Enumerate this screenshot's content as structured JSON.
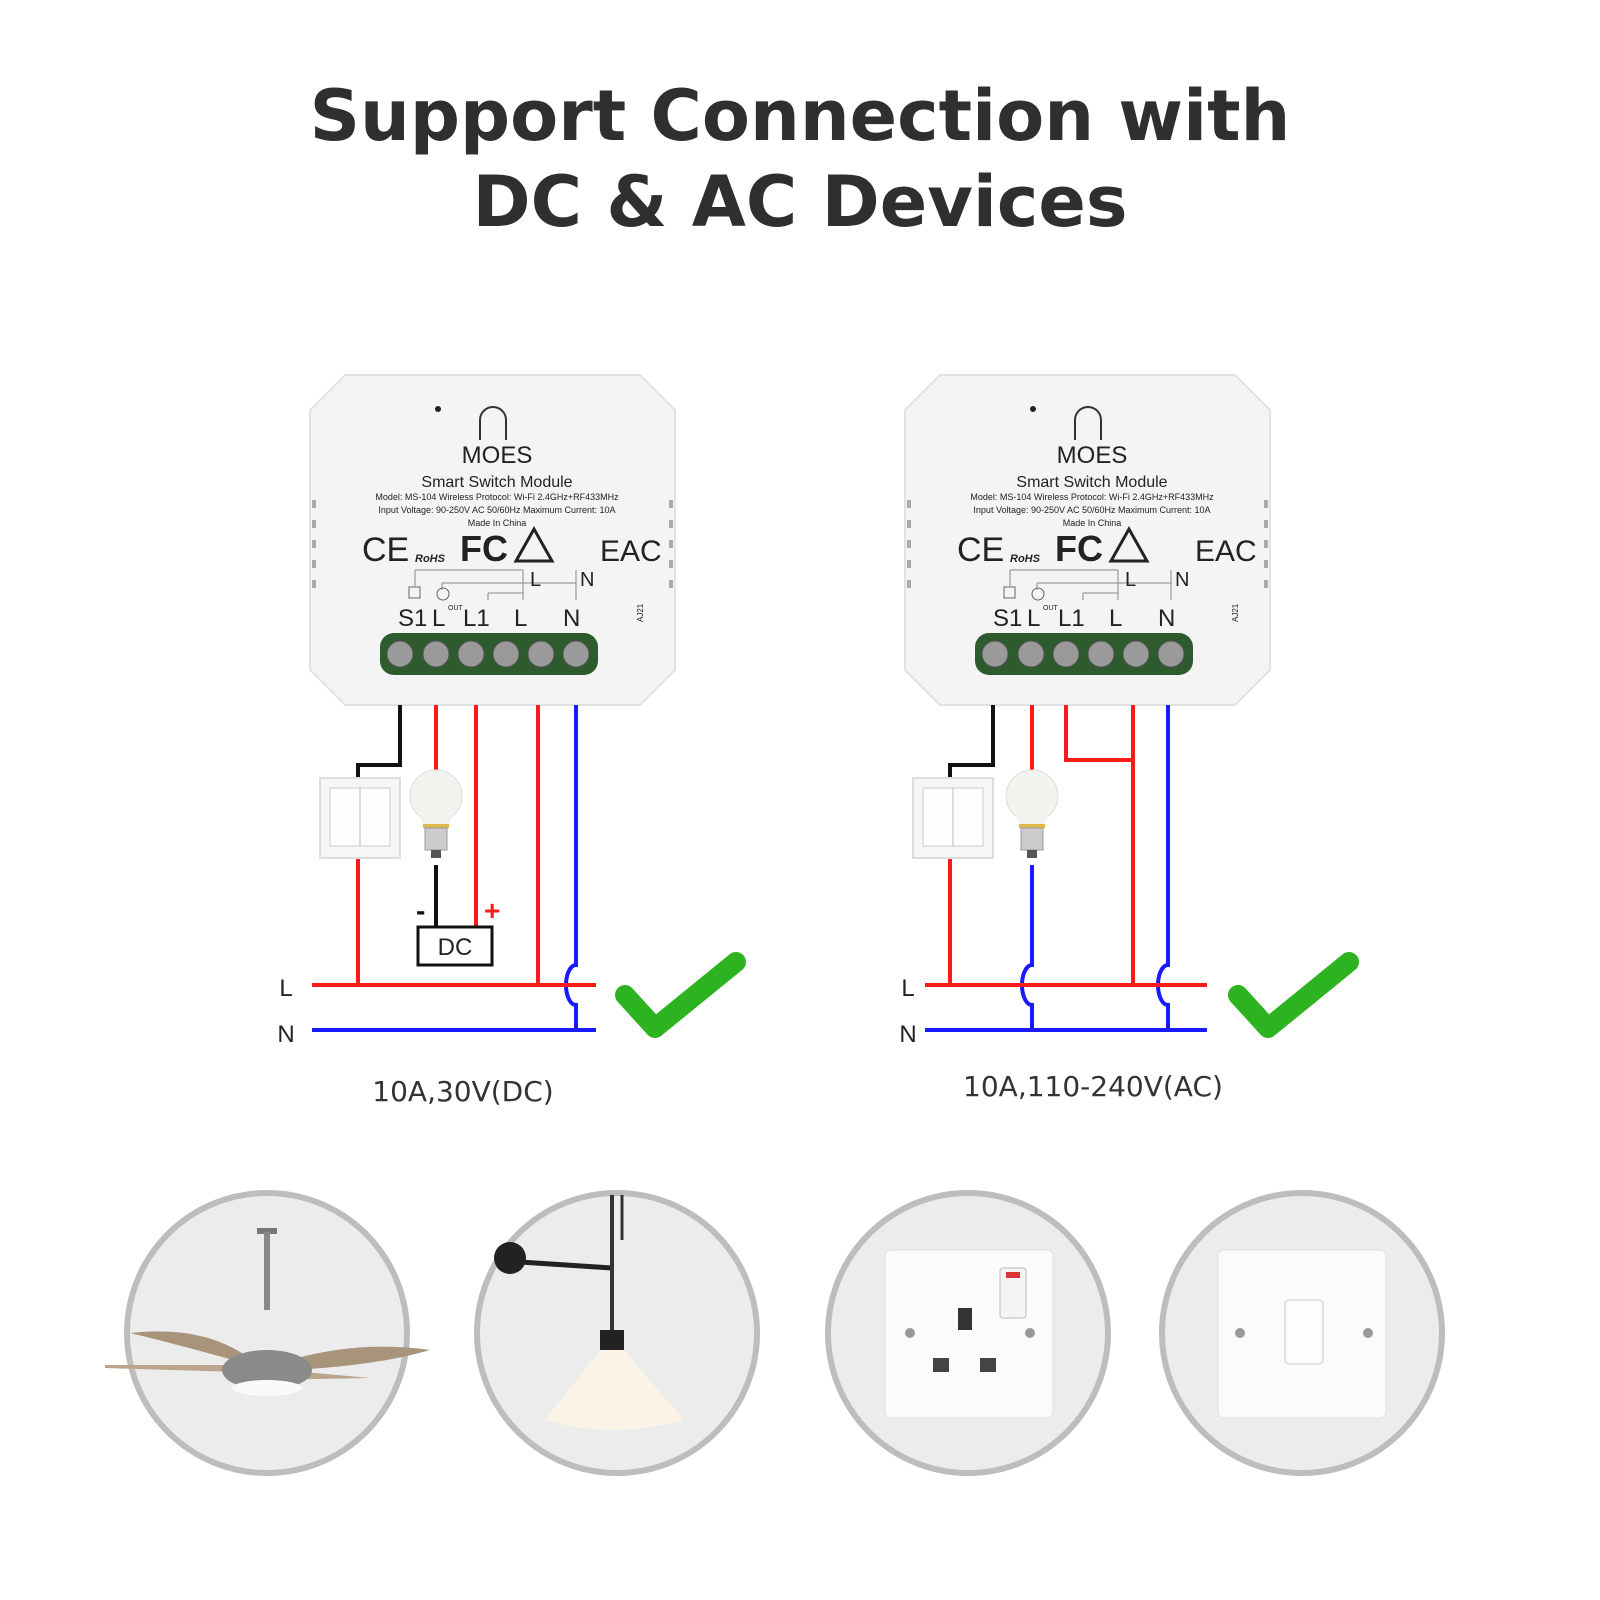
{
  "header": {
    "line1": "Support Connection with",
    "line2": "DC & AC Devices"
  },
  "module": {
    "brand": "MOES",
    "name": "Smart Switch Module",
    "spec1": "Model: MS-104  Wireless Protocol: Wi-Fi 2.4GHz+RF433MHz",
    "spec2": "Input Voltage: 90-250V AC 50/60Hz  Maximum Current: 10A",
    "origin": "Made In China",
    "certs": [
      "CE",
      "RoHS",
      "FC",
      "EAC"
    ],
    "terminals": [
      "S1",
      "L",
      "L1",
      "L",
      "N"
    ],
    "out_label": "OUT",
    "schematic_L": "L",
    "schematic_N": "N",
    "code": "AJ21"
  },
  "diagrams": [
    {
      "line_L": "L",
      "line_N": "N",
      "dc_label": "DC",
      "minus": "-",
      "plus": "+",
      "caption": "10A,30V(DC)"
    },
    {
      "line_L": "L",
      "line_N": "N",
      "caption": "10A,110-240V(AC)"
    }
  ],
  "colors": {
    "live": "#ff1a1a",
    "neutral": "#1a1aff",
    "check": "#2db31f",
    "terminal": "#2e5b2e"
  },
  "devices": [
    "ceiling-fan",
    "pendant-lamp",
    "wall-socket",
    "wall-switch"
  ]
}
